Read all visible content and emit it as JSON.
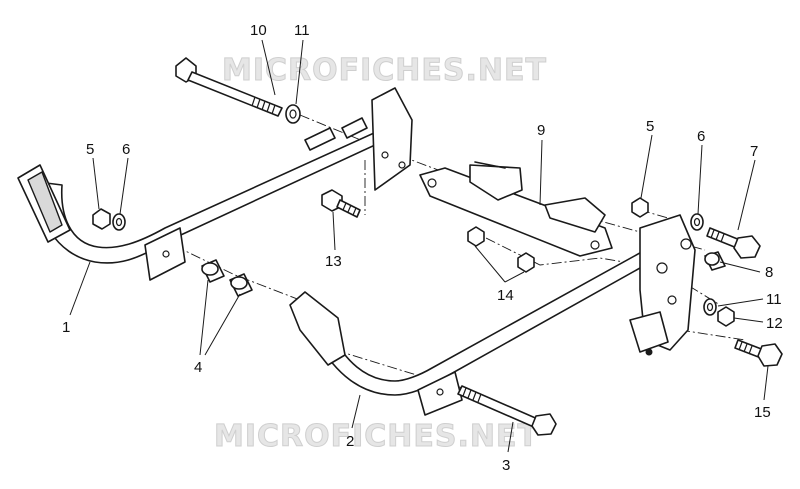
{
  "watermarks": [
    "MICROFICHES.NET",
    "MICROFICHES.NET"
  ],
  "callouts": {
    "c1": "1",
    "c2": "2",
    "c3": "3",
    "c4": "4",
    "c5a": "5",
    "c5b": "5",
    "c6a": "6",
    "c6b": "6",
    "c7": "7",
    "c8": "8",
    "c9": "9",
    "c10": "10",
    "c11a": "11",
    "c11b": "11",
    "c12": "12",
    "c13": "13",
    "c14": "14",
    "c15": "15"
  },
  "colors": {
    "ink": "#1a1a1a",
    "part_fill": "#ffffff",
    "shade": "#d9d9d9",
    "watermark": "#e6e6e6"
  }
}
